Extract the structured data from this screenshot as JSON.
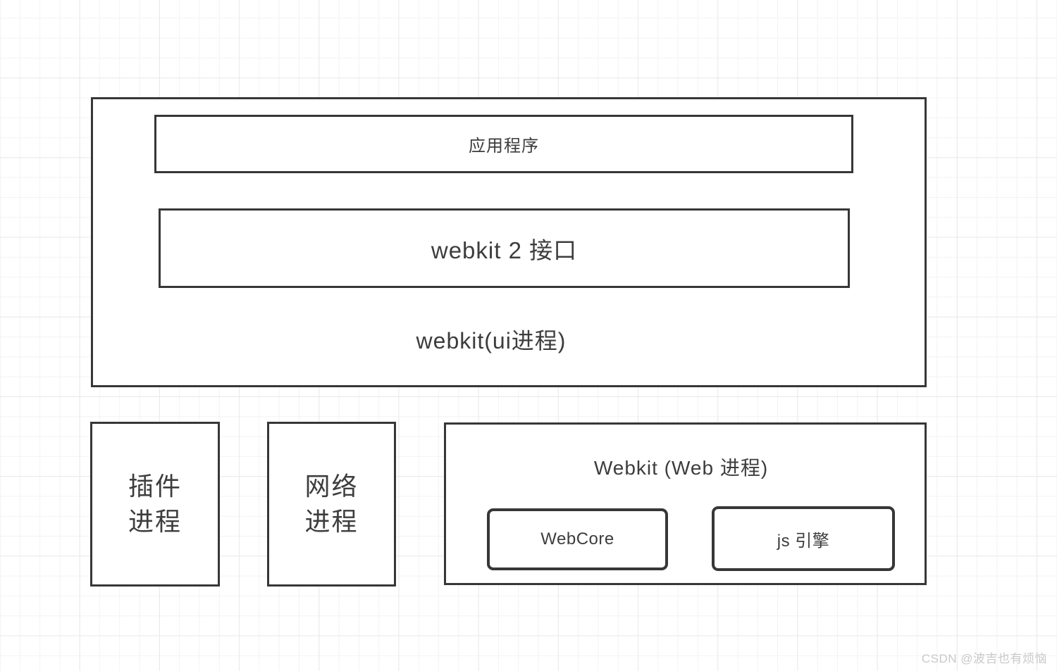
{
  "diagram": {
    "ui_process": {
      "label": "webkit(ui进程)",
      "application_label": "应用程序",
      "interface_label": "webkit 2 接口"
    },
    "plugin_process": {
      "line1": "插件",
      "line2": "进程"
    },
    "network_process": {
      "line1": "网络",
      "line2": "进程"
    },
    "web_process": {
      "title": "Webkit (Web 进程)",
      "webcore_label": "WebCore",
      "js_engine_label": "js 引擎"
    }
  },
  "watermark": {
    "text": "CSDN @波吉也有烦恼"
  }
}
